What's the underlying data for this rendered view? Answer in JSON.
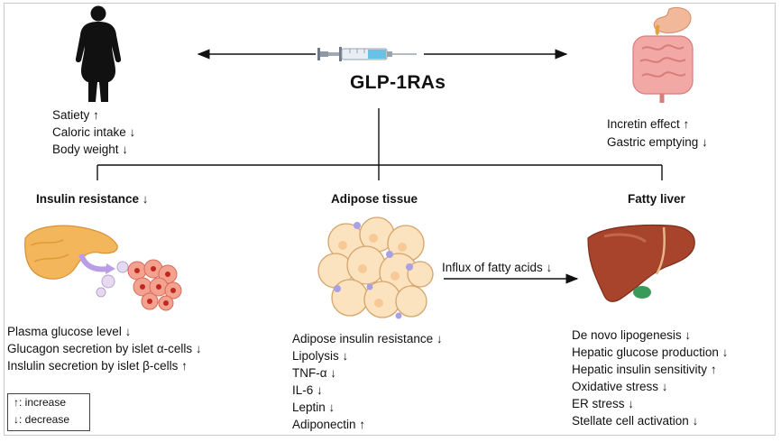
{
  "center": {
    "title": "GLP-1RAs"
  },
  "top_left": {
    "items": [
      "Satiety ↑",
      "Caloric intake ↓",
      "Body weight ↓"
    ]
  },
  "top_right": {
    "items": [
      "Incretin effect ↑",
      "Gastric emptying ↓"
    ]
  },
  "insulin_resistance": {
    "heading": "Insulin resistance ↓",
    "items": [
      "Plasma glucose level ↓",
      "Glucagon secretion by islet α-cells ↓",
      "Inslulin secretion by islet β-cells ↑"
    ]
  },
  "adipose_tissue": {
    "heading": "Adipose tissue",
    "items": [
      "Adipose insulin resistance ↓",
      "Lipolysis ↓",
      "TNF-α ↓",
      "IL-6 ↓",
      "Leptin ↓",
      "Adiponectin ↑"
    ]
  },
  "fatty_liver": {
    "heading": "Fatty liver",
    "items": [
      "De novo lipogenesis ↓",
      "Hepatic glucose production ↓",
      "Hepatic insulin sensitivity ↑",
      "Oxidative stress ↓",
      "ER stress ↓",
      "Stellate cell activation ↓"
    ]
  },
  "flow_label": "Influx of fatty acids ↓",
  "legend": {
    "items": [
      "↑: increase",
      "↓: decrease"
    ]
  },
  "icons": [
    "person-silhouette-icon",
    "syringe-icon",
    "digestive-tract-icon",
    "pancreas-icon",
    "adipocytes-icon",
    "liver-icon"
  ]
}
